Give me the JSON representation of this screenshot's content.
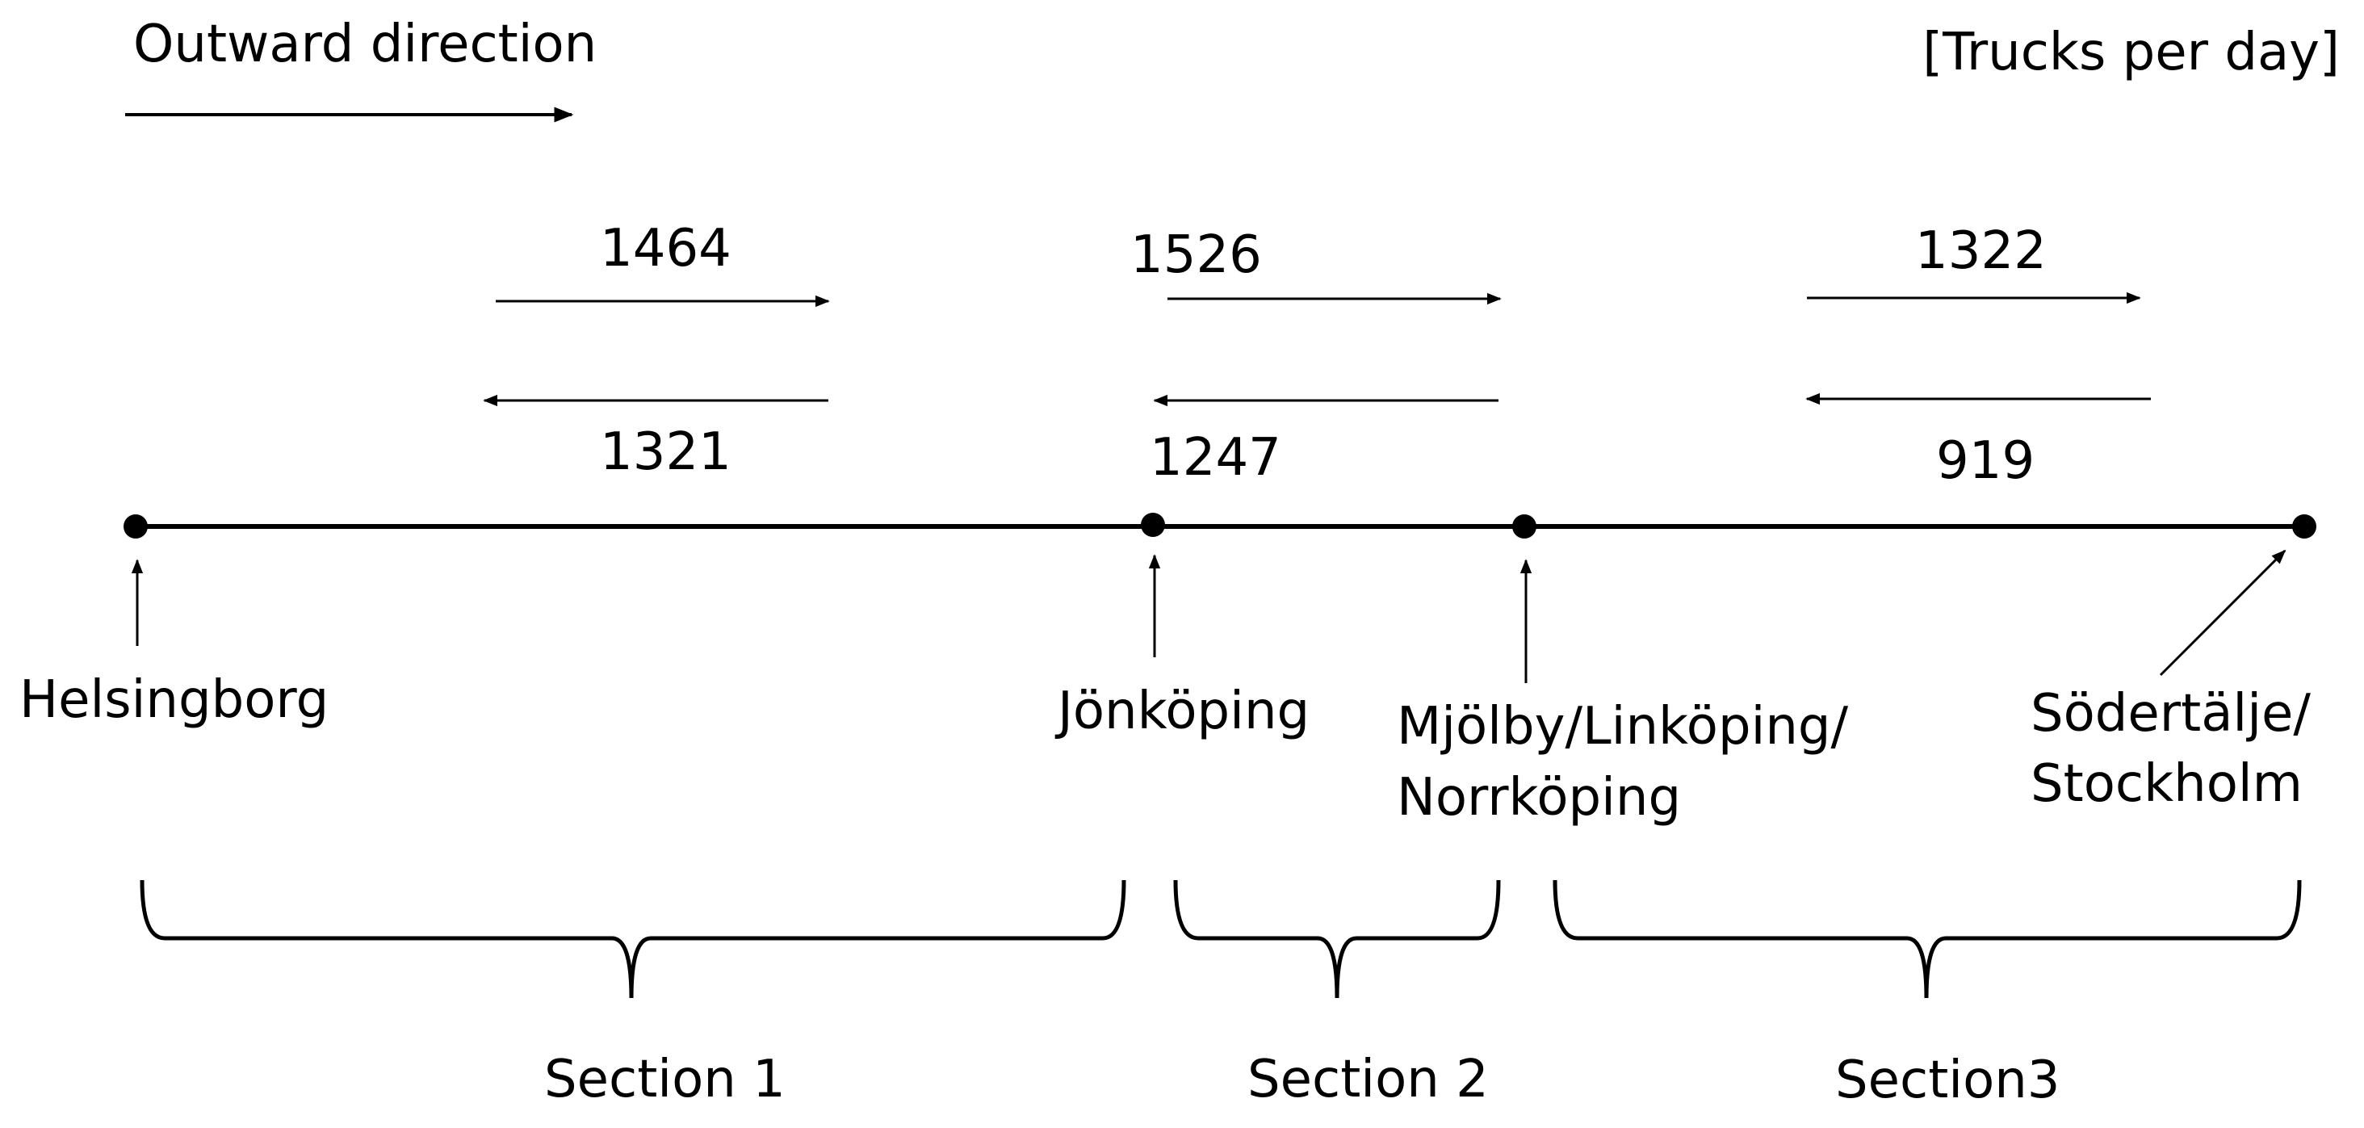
{
  "legend": {
    "direction_label": "Outward direction",
    "unit_label": "[Trucks per day]"
  },
  "sections": [
    {
      "outward": "1464",
      "inward": "1321",
      "name": "Section 1"
    },
    {
      "outward": "1526",
      "inward": "1247",
      "name": "Section 2"
    },
    {
      "outward": "1322",
      "inward": "919",
      "name": "Section3"
    }
  ],
  "locations": [
    {
      "lines": [
        "Helsingborg"
      ]
    },
    {
      "lines": [
        "Jönköping"
      ]
    },
    {
      "lines": [
        "Mjölby/Linköping/",
        "Norrköping"
      ]
    },
    {
      "lines": [
        "Södertälje/",
        "Stockholm"
      ]
    }
  ],
  "colors": {
    "ink": "#000000",
    "background": "#ffffff"
  }
}
